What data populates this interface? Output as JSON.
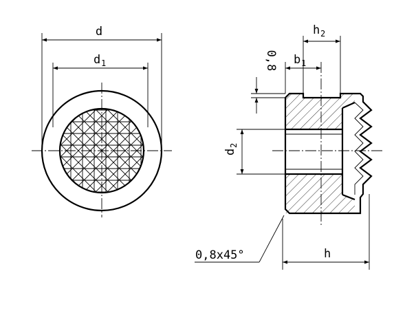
{
  "labels": {
    "d": "d",
    "d1": "d",
    "d1_sub": "1",
    "d2": "d",
    "d2_sub": "2",
    "b1": "b",
    "b1_sub": "1",
    "h2": "h",
    "h2_sub": "2",
    "h": "h",
    "groove": "0,8",
    "chamfer": "0,8x45°"
  }
}
